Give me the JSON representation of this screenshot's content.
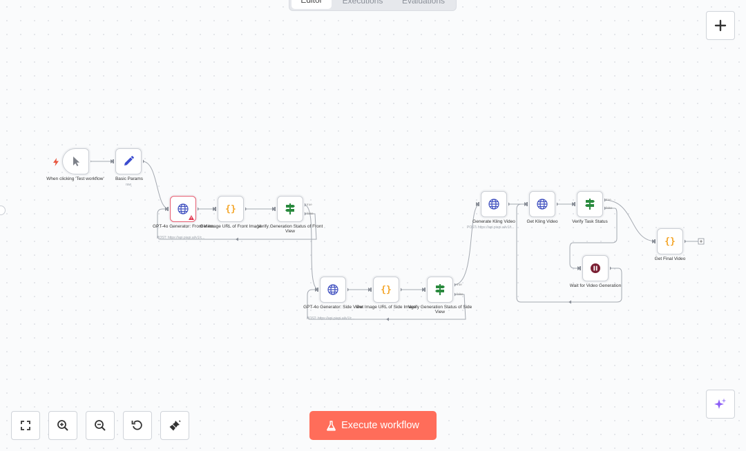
{
  "tabs": [
    {
      "label": "Editor"
    },
    {
      "label": "Executions"
    },
    {
      "label": "Evaluations"
    }
  ],
  "nodes": {
    "trigger": {
      "label": "When clicking 'Test workflow'"
    },
    "basic_params": {
      "label": "Basic Params",
      "sub": "raw"
    },
    "gpt_front": {
      "label": "GPT-4o Generator: Front View",
      "sub": "POST: https://api.piapi.ai/v1/c..."
    },
    "get_front": {
      "label": "Get Image URL of Front Image"
    },
    "verify_front": {
      "label": "Verify Generation Status of Front View",
      "true_label": "true",
      "false_label": "false"
    },
    "gpt_side": {
      "label": "GPT-4o Generator: Side View",
      "sub": "POST: https://api.piapi.ai/v1/c..."
    },
    "get_side": {
      "label": "Get Image URL of Side Image"
    },
    "verify_side": {
      "label": "Verify Generation Status of Side View",
      "true_label": "true",
      "false_label": "false"
    },
    "gen_kling": {
      "label": "Generate Kling Video",
      "sub": "POST: https://api.piapi.ai/v1/t..."
    },
    "get_kling": {
      "label": "Get Kling Video"
    },
    "verify_task": {
      "label": "Verify Task Status",
      "true_label": "true",
      "false_label": "false"
    },
    "wait": {
      "label": "Wait for Video Generation"
    },
    "final": {
      "label": "Get Final Video"
    }
  },
  "toolbar": {
    "execute_label": "Execute workflow"
  },
  "icons": {
    "fit": "fit-view-icon",
    "zoom_in": "zoom-in-icon",
    "zoom_out": "zoom-out-icon",
    "reset": "reset-zoom-icon",
    "tidy": "tidy-up-icon",
    "add": "plus-icon",
    "assistant": "sparkle-icon"
  },
  "colors": {
    "accent": "#ff6d5a",
    "http_icon": "#3f4fbf",
    "code_icon": "#f4a62a",
    "if_icon": "#2a8a3e",
    "wait_icon": "#7a1f33",
    "edit_icon": "#3b4ccf",
    "error": "#e65a6e",
    "assistant": "#8b5cf6"
  }
}
